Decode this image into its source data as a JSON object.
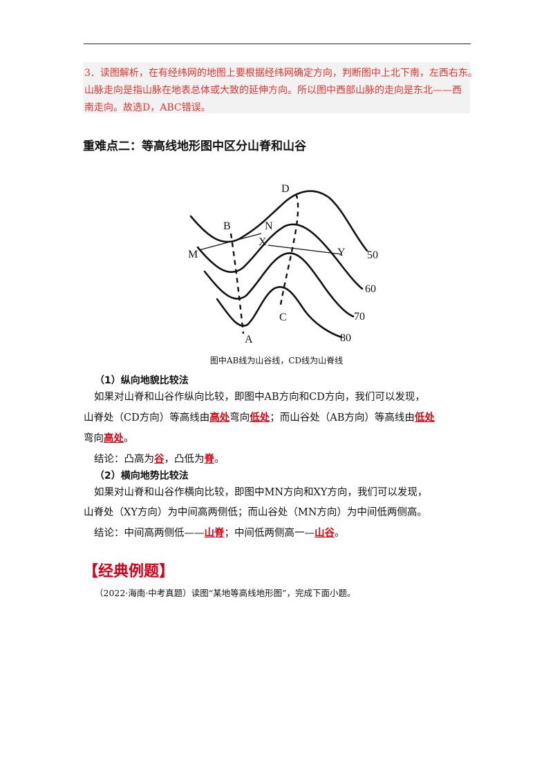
{
  "answer": {
    "line1": "3．读图解析，在有经纬网的地图上要根据经纬网确定方向，判断图中上北下南，左西右东。",
    "line2": "山脉走向是指山脉在地表总体或大致的延伸方向。所以图中西部山脉的走向是东北——西",
    "line3": "南走向。故选D，ABC错误。"
  },
  "section_title": "重难点二：等高线地形图中区分山脊和山谷",
  "figure": {
    "labels": {
      "D": "D",
      "B": "B",
      "N": "N",
      "X": "X",
      "M": "M",
      "Y": "Y",
      "C": "C",
      "A": "A"
    },
    "contour_labels": [
      "50",
      "60",
      "70",
      "80"
    ],
    "caption": "图中AB线为山谷线，CD线为山脊线"
  },
  "method1": {
    "title": "（1）纵向地貌比较法",
    "l1": "如果对山脊和山谷作纵向比较，即图中AB方向和CD方向，我们可以发现，",
    "l2_a": "山脊处（CD方向）等高线由",
    "l2_h1": "高处",
    "l2_b": "弯向",
    "l2_h2": "低处",
    "l2_c": "；而山谷处（AB方向）等高线由",
    "l2_h3": "低处",
    "l3_a": "弯向",
    "l3_h1": "高处",
    "l3_b": "。",
    "l4_a": "结论：凸高为",
    "l4_h1": "谷",
    "l4_b": "，凸低为",
    "l4_h2": "脊",
    "l4_c": "。"
  },
  "method2": {
    "title": "（2）横向地势比较法",
    "l1": "如果对山脊和山谷作横向比较，即图中MN方向和XY方向，我们可以发现，",
    "l2": "山脊处（XY方向）为中间高两侧低；而山谷处（MN方向）为中间低两侧高。",
    "l3_a": "结论：中间高两侧低——",
    "l3_h1": "山脊",
    "l3_b": "；中间低两侧高一—",
    "l3_h2": "山谷",
    "l3_c": "。"
  },
  "example": {
    "title": "【经典例题】",
    "intro": "（2022·海南·中考真题）读图“某地等高线地形图”，完成下面小题。"
  }
}
